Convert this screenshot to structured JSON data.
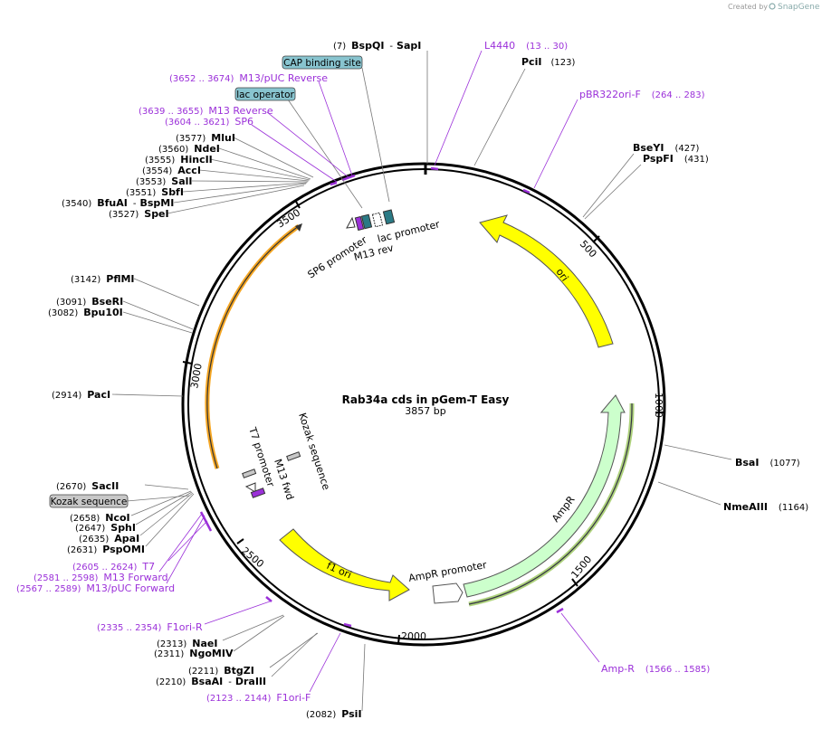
{
  "title": "Rab34a cds in pGem-T Easy",
  "length_label": "3857 bp",
  "created_by": "Created by",
  "brand": "SnapGene",
  "ticks": [
    {
      "label": "500"
    },
    {
      "label": "1000"
    },
    {
      "label": "1500"
    },
    {
      "label": "2000"
    },
    {
      "label": "2500"
    },
    {
      "label": "3000"
    },
    {
      "label": "3500"
    }
  ],
  "sites": [
    {
      "pos": "(7)",
      "name": "BspQI",
      "name2": "SapI"
    },
    {
      "pos": "(123)",
      "name": "PciI"
    },
    {
      "pos": "(427)",
      "name": "BseYI"
    },
    {
      "pos": "(431)",
      "name": "PspFI"
    },
    {
      "pos": "(1077)",
      "name": "BsaI"
    },
    {
      "pos": "(1164)",
      "name": "NmeAIII"
    },
    {
      "pos": "(2082)",
      "name": "PsiI"
    },
    {
      "pos": "(2210)",
      "name": "BsaAI",
      "name2": "DraIII"
    },
    {
      "pos": "(2211)",
      "name": "BtgZI"
    },
    {
      "pos": "(2311)",
      "name": "NgoMIV"
    },
    {
      "pos": "(2313)",
      "name": "NaeI"
    },
    {
      "pos": "(2631)",
      "name": "PspOMI"
    },
    {
      "pos": "(2635)",
      "name": "ApaI"
    },
    {
      "pos": "(2647)",
      "name": "SphI"
    },
    {
      "pos": "(2658)",
      "name": "NcoI"
    },
    {
      "pos": "(2670)",
      "name": "SacII"
    },
    {
      "pos": "(2914)",
      "name": "PacI"
    },
    {
      "pos": "(3082)",
      "name": "Bpu10I"
    },
    {
      "pos": "(3091)",
      "name": "BseRI"
    },
    {
      "pos": "(3142)",
      "name": "PflMI"
    },
    {
      "pos": "(3527)",
      "name": "SpeI"
    },
    {
      "pos": "(3540)",
      "name": "BfuAI",
      "name2": "BspMI"
    },
    {
      "pos": "(3551)",
      "name": "SbfI"
    },
    {
      "pos": "(3553)",
      "name": "SalI"
    },
    {
      "pos": "(3554)",
      "name": "AccI"
    },
    {
      "pos": "(3555)",
      "name": "HincII"
    },
    {
      "pos": "(3560)",
      "name": "NdeI"
    },
    {
      "pos": "(3577)",
      "name": "MluI"
    }
  ],
  "primers": [
    {
      "name": "L4440",
      "pos": "(13 .. 30)"
    },
    {
      "name": "pBR322ori-F",
      "pos": "(264 .. 283)"
    },
    {
      "name": "Amp-R",
      "pos": "(1566 .. 1585)"
    },
    {
      "name": "F1ori-F",
      "pos": "(2123 .. 2144)"
    },
    {
      "name": "F1ori-R",
      "pos": "(2335 .. 2354)"
    },
    {
      "name": "M13/pUC Forward",
      "pos": "(2567 .. 2589)"
    },
    {
      "name": "M13 Forward",
      "pos": "(2581 .. 2598)"
    },
    {
      "name": "T7",
      "pos": "(2605 .. 2624)"
    },
    {
      "name": "SP6",
      "pos": "(3604 .. 3621)"
    },
    {
      "name": "M13 Reverse",
      "pos": "(3639 .. 3655)"
    },
    {
      "name": "M13/pUC Reverse",
      "pos": "(3652 .. 3674)"
    }
  ],
  "boxed_features": [
    {
      "name": "CAP binding site"
    },
    {
      "name": "lac operator"
    },
    {
      "name": "Kozak sequence"
    }
  ],
  "features": {
    "ori": "ori",
    "ampr": "AmpR",
    "ampr_promoter": "AmpR promoter",
    "f1ori": "f1 ori",
    "lac_promoter": "lac promoter",
    "sp6_promoter": "SP6 promoter",
    "m13_rev": "M13 rev",
    "t7_promoter": "T7 promoter",
    "m13_fwd": "M13 fwd",
    "kozak": "Kozak sequence"
  },
  "colors": {
    "primer": "#9b30d9",
    "ori": "#ffff00",
    "ampr": "#ccffcc",
    "insert": "#f5a623",
    "lac_op": "#88c4cf",
    "kozak_box": "#c8c8c8",
    "teal": "#2a7a85",
    "purple": "#9b30d9"
  }
}
